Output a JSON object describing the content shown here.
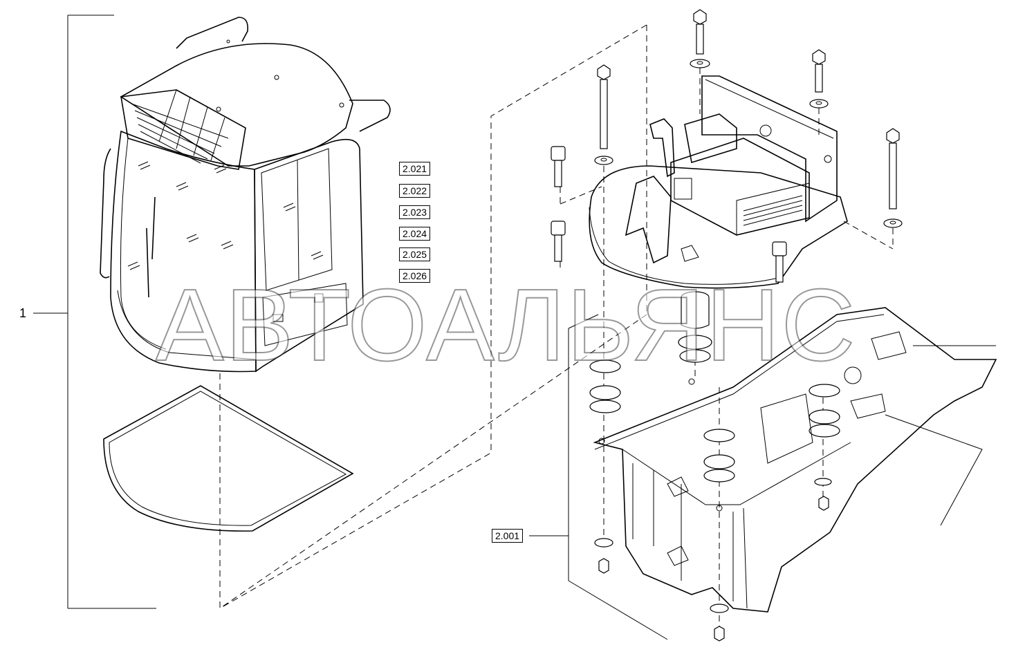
{
  "diagram": {
    "item_label": "1",
    "callouts": [
      {
        "id": "2.021",
        "label": "2.021"
      },
      {
        "id": "2.022",
        "label": "2.022"
      },
      {
        "id": "2.023",
        "label": "2.023"
      },
      {
        "id": "2.024",
        "label": "2.024"
      },
      {
        "id": "2.025",
        "label": "2.025"
      },
      {
        "id": "2.026",
        "label": "2.026"
      },
      {
        "id": "2.001",
        "label": "2.001"
      }
    ],
    "watermark": "АВТОАЛЬЯНС"
  }
}
